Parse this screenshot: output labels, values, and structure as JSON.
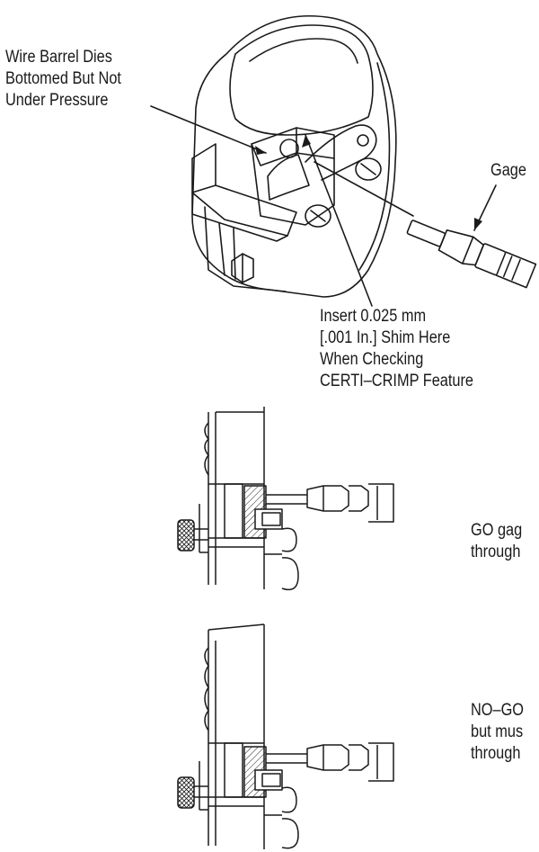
{
  "callouts": {
    "wire_barrel": [
      "Wire Barrel Dies",
      "Bottomed But Not",
      "Under Pressure"
    ],
    "gage": "Gage",
    "shim": [
      "Insert 0.025 mm",
      "[.001 In.] Shim Here",
      "When Checking",
      "CERTI–CRIMP Feature"
    ],
    "go_gage": [
      "GO gag",
      "through"
    ],
    "nogo_gage": [
      "NO–GO",
      "but mus",
      "through"
    ]
  },
  "colors": {
    "line": "#1a1a1a",
    "background": "#ffffff"
  }
}
